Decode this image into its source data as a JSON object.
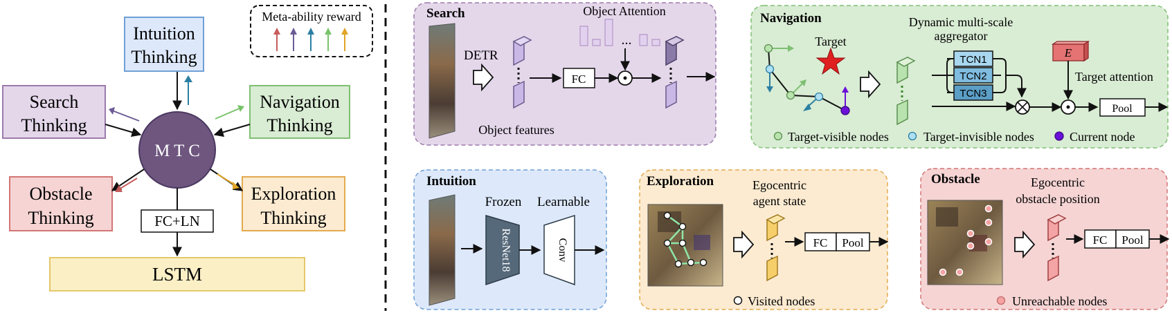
{
  "colors": {
    "intuition": "#dde9fb",
    "intuition_border": "#6e9fd6",
    "search": "#e4d7ea",
    "search_border": "#9b7aab",
    "navigation": "#d9ecd4",
    "navigation_border": "#7fbf72",
    "obstacle": "#f6d4d4",
    "obstacle_border": "#d27575",
    "exploration": "#fcebd1",
    "exploration_border": "#e2a94e",
    "lstm": "#fbefc6",
    "lstm_border": "#e4c86a",
    "mtc": "#6e567f",
    "mtc_border": "#4b3860",
    "reward": [
      "#c65c5c",
      "#6b5b95",
      "#2b7fa3",
      "#78c36a",
      "#e0a526"
    ]
  },
  "left": {
    "intuition_line1": "Intuition",
    "intuition_line2": "Thinking",
    "search_line1": "Search",
    "search_line2": "Thinking",
    "navigation_line1": "Navigation",
    "navigation_line2": "Thinking",
    "obstacle_line1": "Obstacle",
    "obstacle_line2": "Thinking",
    "exploration_line1": "Exploration",
    "exploration_line2": "Thinking",
    "mtc": "M T C",
    "fcln": "FC+LN",
    "lstm": "LSTM",
    "reward_title": "Meta-ability reward"
  },
  "search": {
    "title": "Search",
    "detr": "DETR",
    "object_attention": "Object Attention",
    "fc": "FC",
    "dots": "...",
    "object_features": "Object features"
  },
  "navigation": {
    "title": "Navigation",
    "target": "Target",
    "aggregator_line1": "Dynamic multi-scale",
    "aggregator_line2": "aggregator",
    "tcn1": "TCN1",
    "tcn2": "TCN2",
    "tcn3": "TCN3",
    "e": "E",
    "target_attention": "Target attention",
    "pool": "Pool",
    "legend_visible": "Target-visible nodes",
    "legend_invisible": "Target-invisible nodes",
    "legend_current": "Current node"
  },
  "intuition": {
    "title": "Intuition",
    "frozen": "Frozen",
    "learnable": "Learnable",
    "resnet": "ResNet18",
    "conv": "Conv"
  },
  "exploration": {
    "title": "Exploration",
    "state_line1": "Egocentric",
    "state_line2": "agent state",
    "fc": "FC",
    "pool": "Pool",
    "legend": "Visited nodes"
  },
  "obstacle": {
    "title": "Obstacle",
    "pos_line1": "Egocentric",
    "pos_line2": "obstacle position",
    "fc": "FC",
    "pool": "Pool",
    "legend": "Unreachable nodes"
  }
}
